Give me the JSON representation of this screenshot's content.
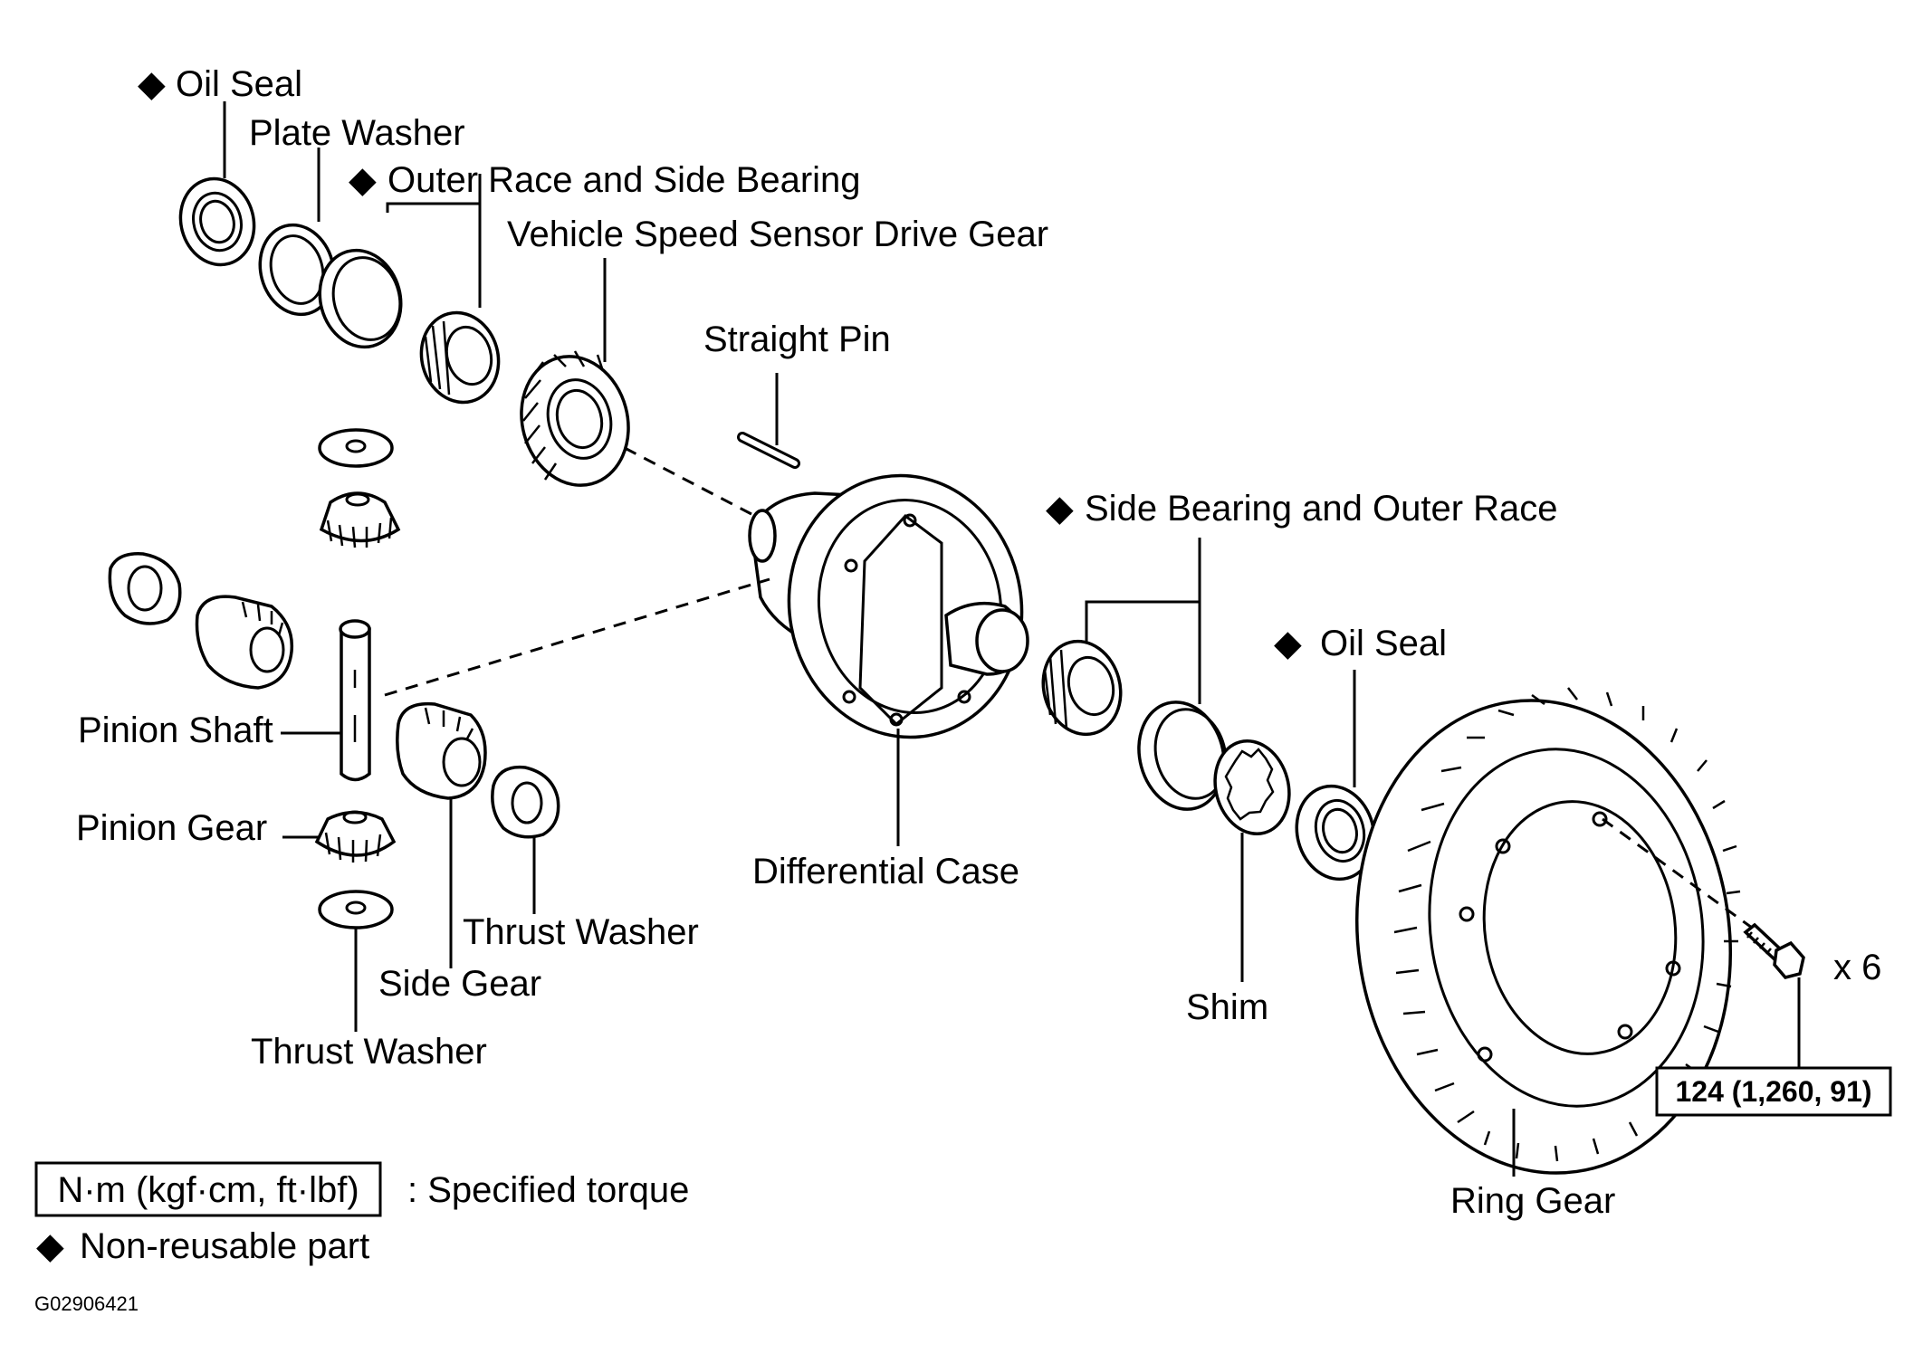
{
  "labels": {
    "oil_seal_left": "Oil Seal",
    "plate_washer": "Plate Washer",
    "outer_race_side_bearing": "Outer Race and Side Bearing",
    "vss_drive_gear": "Vehicle Speed Sensor Drive Gear",
    "straight_pin": "Straight Pin",
    "side_bearing_outer_race": "Side Bearing and Outer Race",
    "oil_seal_right": "Oil Seal",
    "pinion_shaft": "Pinion Shaft",
    "pinion_gear": "Pinion Gear",
    "differential_case": "Differential Case",
    "thrust_washer_right": "Thrust Washer",
    "side_gear": "Side Gear",
    "thrust_washer_bottom": "Thrust Washer",
    "shim": "Shim",
    "ring_gear": "Ring Gear",
    "bolt_qty": "x 6",
    "torque_value": "124 (1,260, 91)"
  },
  "legend": {
    "torque_box": "N·m (kgf·cm, ft·lbf)",
    "torque_desc": ": Specified torque",
    "nonreusable_marker": "◆",
    "nonreusable_desc": "Non-reusable part"
  },
  "figure_id": "G02906421",
  "marker": "◆"
}
